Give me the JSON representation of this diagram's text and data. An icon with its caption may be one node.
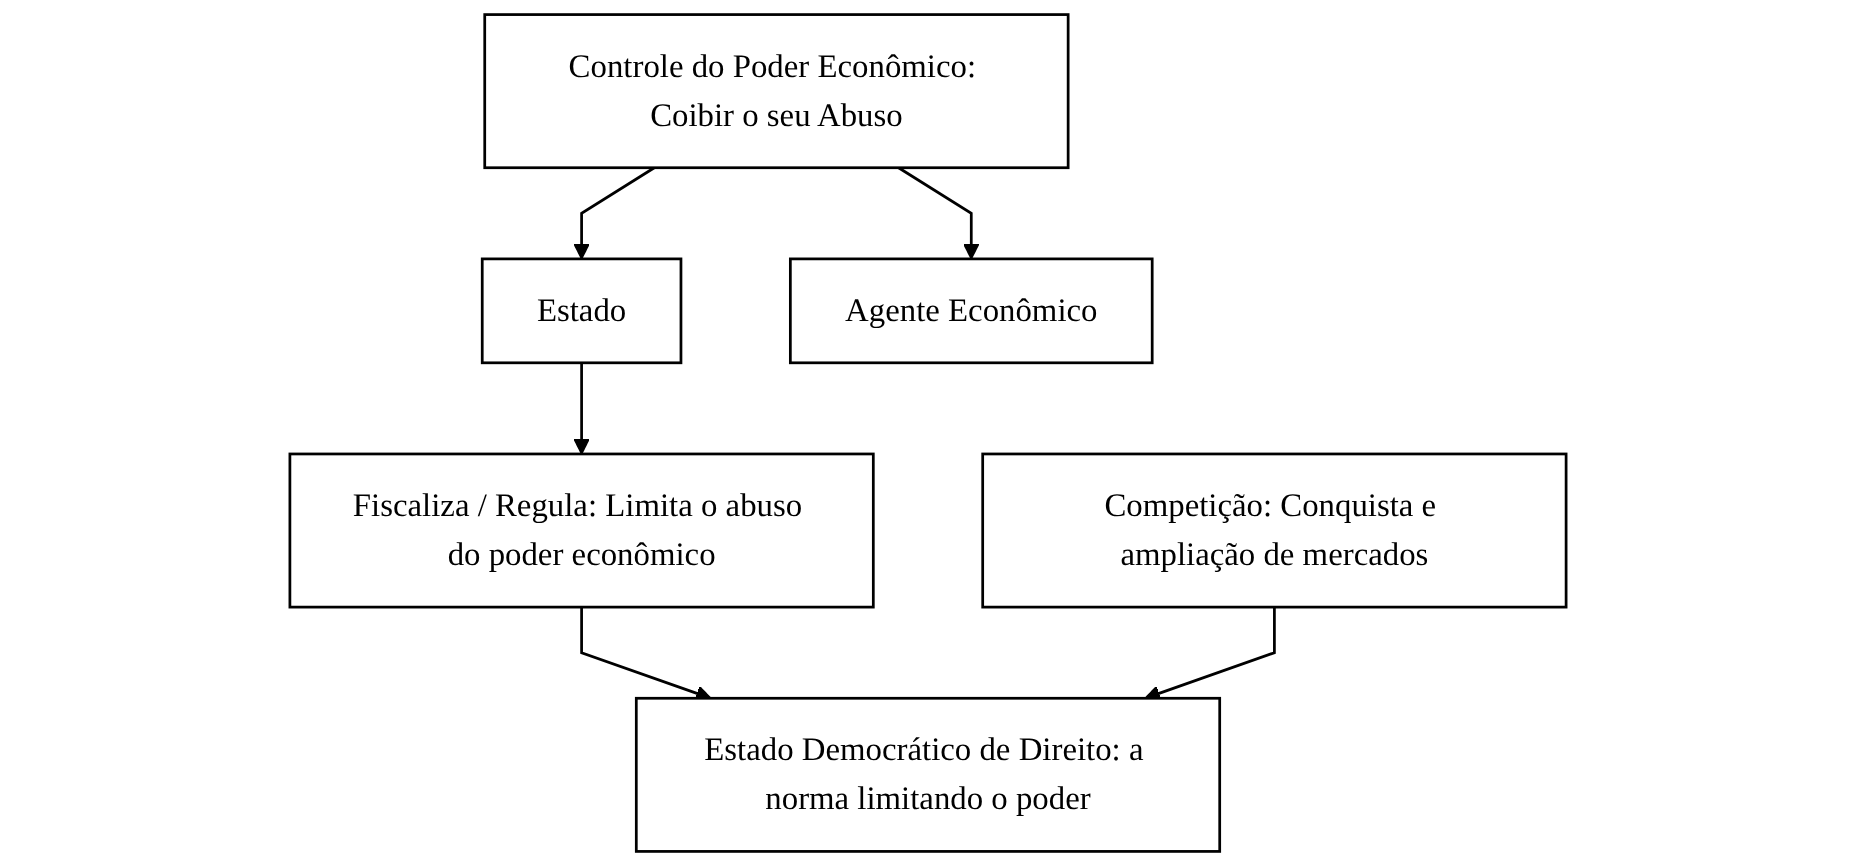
{
  "diagram": {
    "nodes": [
      {
        "text": [
          "Controle do Poder Econômico: Coibir o seu Abuso"
        ]
      },
      {
        "text": [
          "Estado"
        ]
      },
      {
        "text": [
          "Agente Econômico"
        ]
      },
      {
        "text": [
          "Fiscaliza / Regula: Limita o abuso do poder econômico"
        ]
      },
      {
        "text": [
          "Competição: Conquista e ampliação de mercados"
        ]
      },
      {
        "text": [
          "Estado Democrático de Direito: a norma limitando o poder"
        ]
      }
    ],
    "edges": [
      {
        "from": 0,
        "to": 1,
        "arrow": "to"
      },
      {
        "from": 0,
        "to": 2,
        "arrow": "to"
      },
      {
        "from": 1,
        "to": 3,
        "arrow": "to"
      },
      {
        "from": 3,
        "to": 5,
        "arrow": "to"
      },
      {
        "from": 4,
        "to": 5,
        "arrow": "to"
      }
    ]
  }
}
